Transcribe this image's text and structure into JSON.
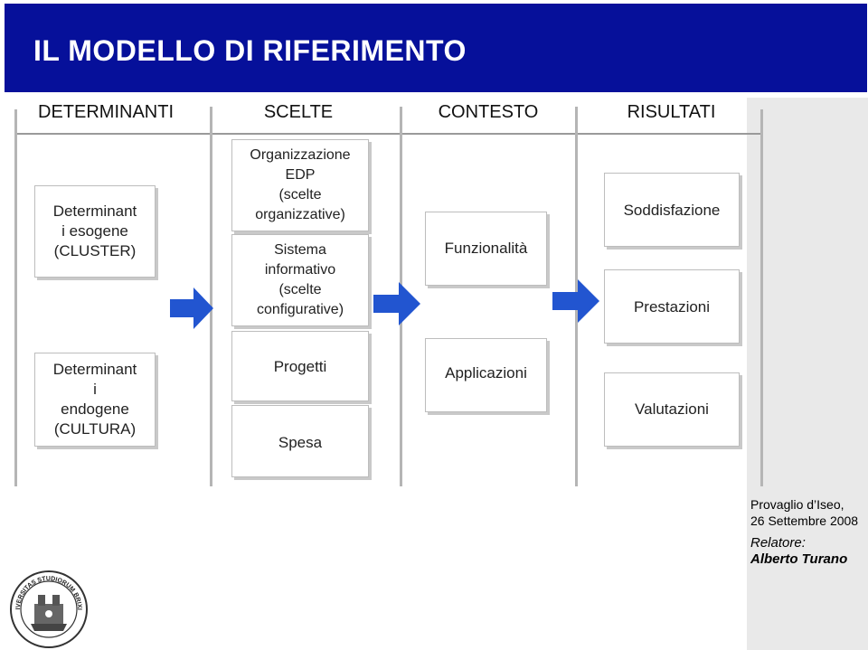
{
  "title": "IL MODELLO DI RIFERIMENTO",
  "columns": [
    "DETERMINANTI",
    "SCELTE",
    "CONTESTO",
    "RISULTATI"
  ],
  "rows": {
    "exogenous": [
      "Determinant",
      "i esogene",
      "(CLUSTER)"
    ],
    "endogenous": [
      "Determinant",
      "i",
      "endogene",
      "(CULTURA)"
    ]
  },
  "scelte": {
    "organizzazione": [
      "Organizzazione",
      "EDP",
      "(scelte",
      "organizzative)"
    ],
    "sistema": [
      "Sistema",
      "informativo",
      "(scelte",
      "configurative)"
    ],
    "progetti": "Progetti",
    "spesa": "Spesa"
  },
  "contesto": {
    "funzionalita": "Funzionalità",
    "applicazioni": "Applicazioni"
  },
  "risultati": {
    "soddisfazione": "Soddisfazione",
    "prestazioni": "Prestazioni",
    "valutazioni": "Valutazioni"
  },
  "info": {
    "place": "Provaglio d’Iseo,",
    "date": "26 Settembre 2008",
    "relatore_label": "Relatore:",
    "relatore_name": "Alberto Turano"
  },
  "logo": {
    "text": "UNIVERSITAS STUDIORUM BRIXIAE"
  },
  "colors": {
    "title_bar": "#06109a",
    "arrow": "#2255d0",
    "side_panel": "#e9e9e9"
  }
}
